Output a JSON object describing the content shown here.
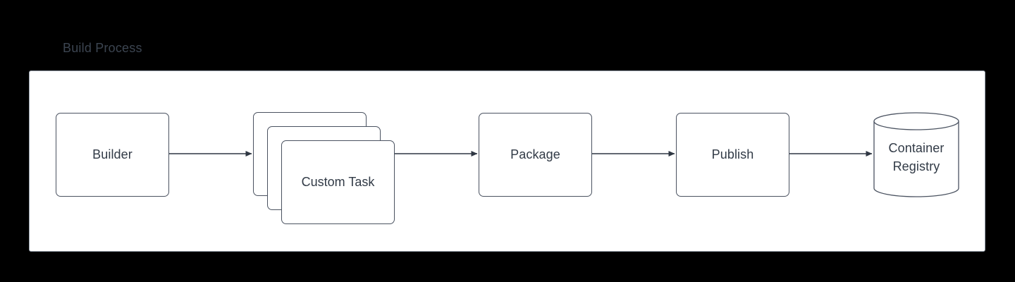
{
  "diagram": {
    "title": "Build Process",
    "background_color": "#000000",
    "panel_color": "#ffffff",
    "node_border_color": "#4a5260",
    "text_color": "#313a46",
    "title_color": "#3c4551",
    "nodes": [
      {
        "id": "builder",
        "label": "Builder",
        "shape": "rounded-rect"
      },
      {
        "id": "custom-task",
        "label": "Custom Task",
        "shape": "stacked-rounded-rect",
        "stack_count": 3
      },
      {
        "id": "package",
        "label": "Package",
        "shape": "rounded-rect"
      },
      {
        "id": "publish",
        "label": "Publish",
        "shape": "rounded-rect"
      },
      {
        "id": "container-registry",
        "label_line1": "Container",
        "label_line2": "Registry",
        "shape": "cylinder"
      }
    ],
    "edges": [
      {
        "from": "builder",
        "to": "custom-task"
      },
      {
        "from": "custom-task",
        "to": "package"
      },
      {
        "from": "package",
        "to": "publish"
      },
      {
        "from": "publish",
        "to": "container-registry"
      }
    ]
  }
}
